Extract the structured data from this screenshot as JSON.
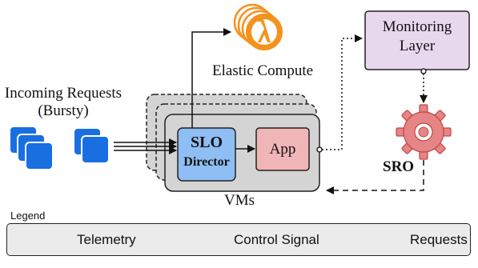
{
  "nodes": {
    "incoming": {
      "line1": "Incoming Requests",
      "line2": "(Bursty)"
    },
    "elastic_compute": "Elastic Compute",
    "monitoring": {
      "line1": "Monitoring",
      "line2": "Layer"
    },
    "slo_director": {
      "line1": "SLO",
      "line2": "Director"
    },
    "app": "App",
    "vms": "VMs",
    "sro": "SRO"
  },
  "legend": {
    "title": "Legend",
    "telemetry": "Telemetry",
    "control_signal": "Control Signal",
    "requests": "Requests"
  },
  "colors": {
    "request_blue": "#1a6fe0",
    "slo_fill": "#8ebef4",
    "app_fill": "#f0b5b6",
    "monitoring_fill": "#e8d8ee",
    "gear_fill": "#e58585",
    "lambda_orange": "#f5921e",
    "vm_gray": "#d4d4d4"
  },
  "icons": [
    "request-stack-icon",
    "lambda-icon",
    "gear-icon"
  ]
}
